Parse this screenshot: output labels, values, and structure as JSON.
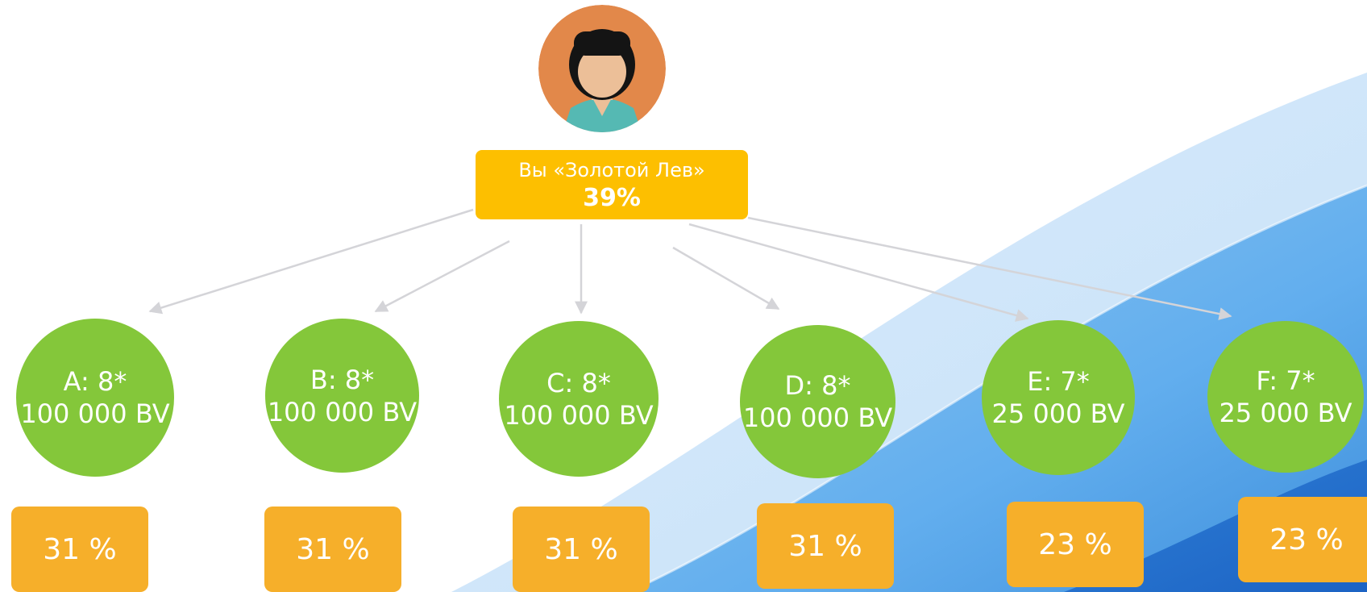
{
  "root": {
    "title": "Вы «Золотой Лев»",
    "percent": "39%"
  },
  "nodes": [
    {
      "id": "a",
      "label": "A: 8*",
      "volume": "100 000 BV",
      "percent": "31 %"
    },
    {
      "id": "b",
      "label": "B: 8*",
      "volume": "100 000 BV",
      "percent": "31 %"
    },
    {
      "id": "c",
      "label": "C: 8*",
      "volume": "100 000 BV",
      "percent": "31 %"
    },
    {
      "id": "d",
      "label": "D: 8*",
      "volume": "100 000 BV",
      "percent": "31 %"
    },
    {
      "id": "e",
      "label": "E: 7*",
      "volume": "25 000 BV",
      "percent": "23 %"
    },
    {
      "id": "f",
      "label": "F: 7*",
      "volume": "25 000 BV",
      "percent": "23 %"
    }
  ],
  "icons": {
    "avatar": "person-avatar-icon"
  },
  "colors": {
    "root_box": "#fdbf00",
    "node_circle": "#84c73a",
    "percent_badge": "#f6af2a",
    "arrow": "#d4d4d8",
    "background_wave": "#4a9be6",
    "text": "#ffffff"
  }
}
